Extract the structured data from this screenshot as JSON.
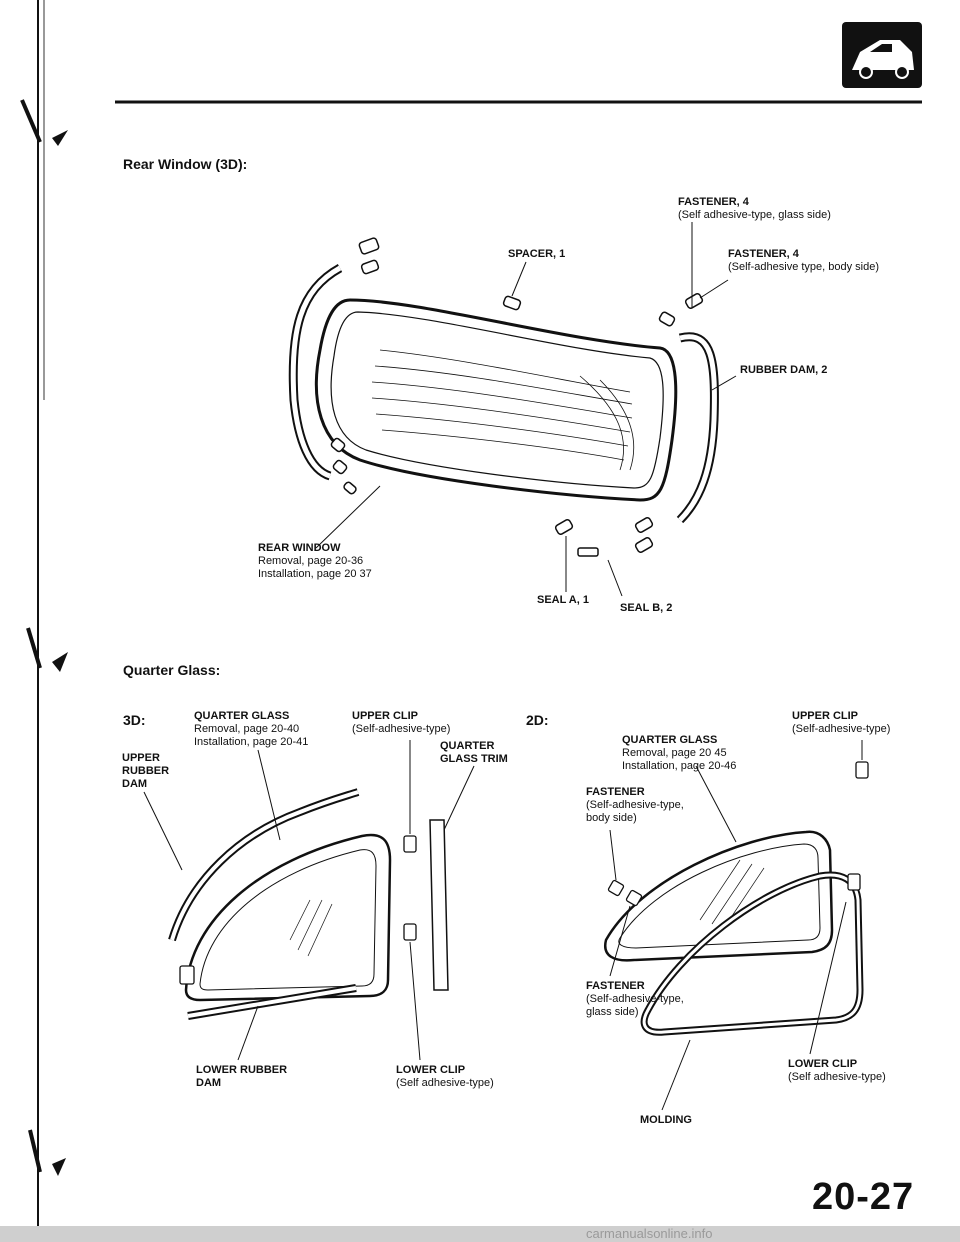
{
  "section": {
    "rear_window_title": "Rear Window (3D):",
    "quarter_glass_title": "Quarter Glass:",
    "label_3d": "3D:",
    "label_2d": "2D:"
  },
  "rear_window": {
    "fastener_glass": {
      "name": "FASTENER, 4",
      "note": "(Self adhesive-type, glass side)"
    },
    "fastener_body": {
      "name": "FASTENER, 4",
      "note": "(Self-adhesive type, body side)"
    },
    "spacer": "SPACER, 1",
    "rubber_dam": "RUBBER DAM, 2",
    "rear_window": {
      "name": "REAR WINDOW",
      "removal": "Removal, page 20-36",
      "installation": "Installation, page 20 37"
    },
    "seal_a": "SEAL A, 1",
    "seal_b": "SEAL B, 2"
  },
  "quarter_3d": {
    "quarter_glass": {
      "name": "QUARTER GLASS",
      "removal": "Removal, page 20-40",
      "installation": "Installation, page 20-41"
    },
    "upper_clip": {
      "name": "UPPER CLIP",
      "note": "(Self-adhesive-type)"
    },
    "trim": {
      "line1": "QUARTER",
      "line2": "GLASS TRIM"
    },
    "upper_dam": {
      "line1": "UPPER",
      "line2": "RUBBER",
      "line3": "DAM"
    },
    "lower_clip": {
      "name": "LOWER CLIP",
      "note": "(Self adhesive-type)"
    },
    "lower_dam": {
      "line1": "LOWER RUBBER",
      "line2": "DAM"
    }
  },
  "quarter_2d": {
    "upper_clip": {
      "name": "UPPER CLIP",
      "note": "(Self-adhesive-type)"
    },
    "quarter_glass": {
      "name": "QUARTER GLASS",
      "removal": "Removal, page 20 45",
      "installation": "Installation, page 20-46"
    },
    "fastener_body": {
      "name": "FASTENER",
      "note1": "(Self-adhesive-type,",
      "note2": "body side)"
    },
    "fastener_glass": {
      "name": "FASTENER",
      "note1": "(Self-adhesive-type,",
      "note2": "glass side)"
    },
    "lower_clip": {
      "name": "LOWER CLIP",
      "note": "(Self adhesive-type)"
    },
    "molding": "MOLDING"
  },
  "footer": {
    "page_number": "20-27",
    "watermark": "carmanualsonline.info"
  }
}
